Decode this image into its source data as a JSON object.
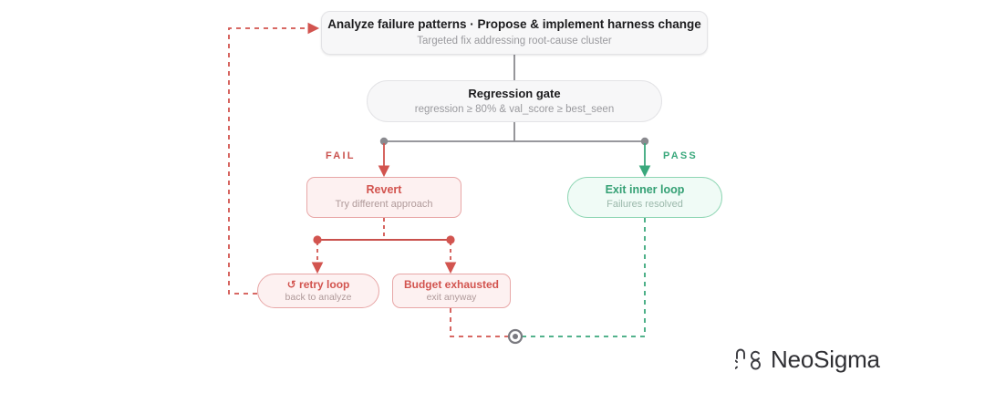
{
  "diagram": {
    "nodes": {
      "analyze": {
        "title": "Analyze failure patterns · Propose & implement harness change",
        "sub": "Targeted fix addressing root-cause cluster"
      },
      "gate": {
        "title": "Regression gate",
        "sub": "regression ≥ 80% & val_score ≥ best_seen"
      },
      "revert": {
        "title": "Revert",
        "sub": "Try different approach"
      },
      "exit": {
        "title": "Exit inner loop",
        "sub": "Failures resolved"
      },
      "retry": {
        "icon": "↺",
        "title": "retry loop",
        "sub": "back to analyze"
      },
      "budget": {
        "title": "Budget exhausted",
        "sub": "exit anyway"
      }
    },
    "labels": {
      "fail": "FAIL",
      "pass": "PASS"
    },
    "colors": {
      "fail": "#d2544f",
      "pass": "#3aa87c",
      "neutral": "#8a8a8f",
      "node_border": "#e3e3e6",
      "fail_fill": "#fdf1f1",
      "pass_fill": "#f0fbf6"
    }
  },
  "brand": {
    "name": "NeoSigma"
  }
}
